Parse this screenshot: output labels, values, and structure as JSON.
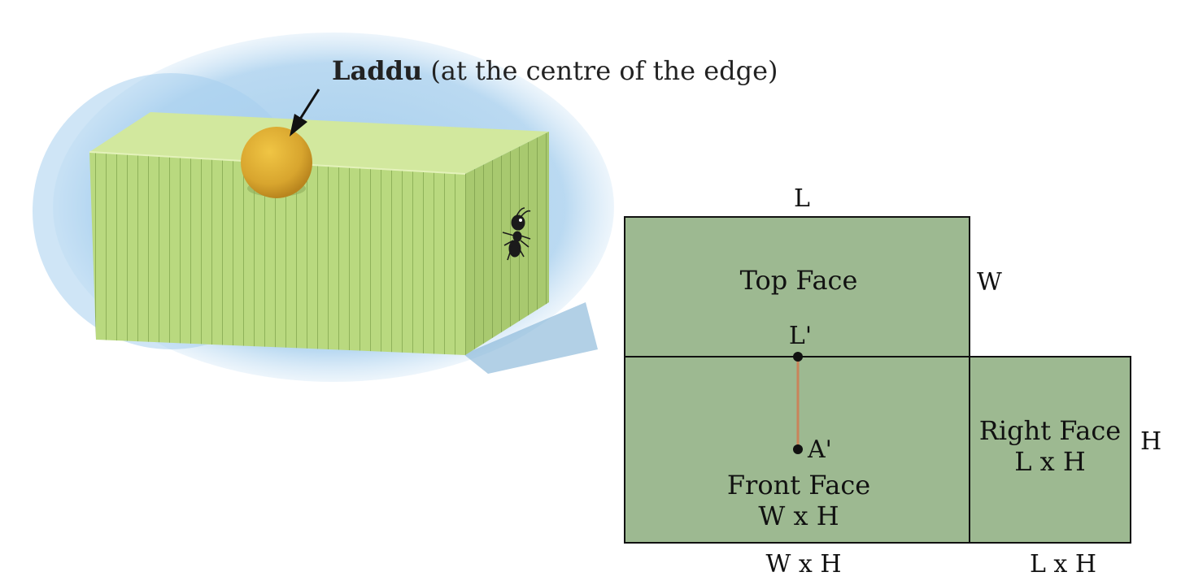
{
  "illustration": {
    "caption_bold": "Laddu",
    "caption_rest": " (at the centre of the edge)"
  },
  "net": {
    "top_edge_label": "L",
    "top_side_label": "W",
    "top_face_label": "Top Face",
    "point_top_label": "L'",
    "point_bottom_label": "A'",
    "front_face_label": "Front Face",
    "front_face_dims": "W x H",
    "right_face_label": "Right Face",
    "right_face_dims": "L x H",
    "right_side_label": "H",
    "bottom_label_front": "W x H",
    "bottom_label_right": "L x H"
  },
  "colors": {
    "face_fill": "#9db991",
    "segment": "#c9845a",
    "box_front": "#b9d97f",
    "box_top": "#d2e89e",
    "box_side": "#a8c96f",
    "laddu": "#d8a52e",
    "background_wash": "#9cc9ea"
  },
  "icons": [
    "arrow-icon",
    "ant-icon",
    "laddu-ball-icon"
  ]
}
